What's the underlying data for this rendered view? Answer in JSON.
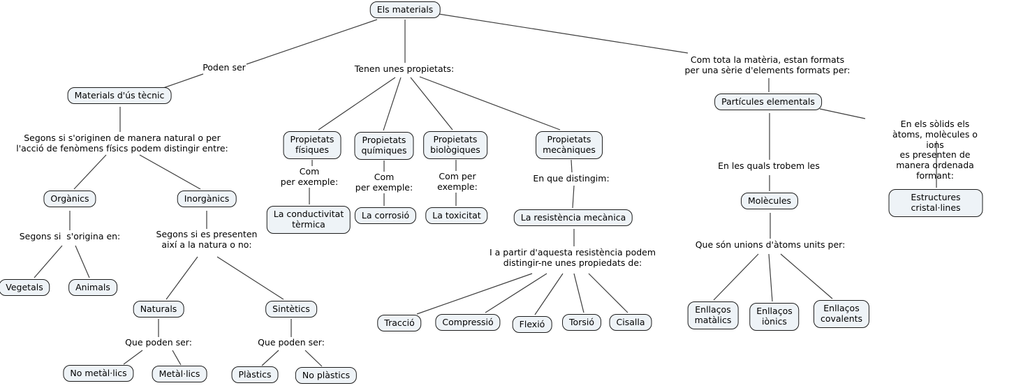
{
  "map_title": "Els materials",
  "colors": {
    "background": "#ffffff",
    "node_fill": "#eef3f7",
    "node_border": "#1c1c1c",
    "connector": "#3d3d3d",
    "text": "#000000"
  },
  "nodes": {
    "els_materials": "Els materials",
    "materials_us_tecnic": "Materials d'ús tècnic",
    "organics": "Orgànics",
    "inorganics": "Inorgànics",
    "vegetals": "Vegetals",
    "animals": "Animals",
    "naturals": "Naturals",
    "sintetics": "Sintètics",
    "no_metallics": "No metàl·lics",
    "metallics": "Metàl·lics",
    "plastics": "Plàstics",
    "no_plastics": "No plàstics",
    "propietats_fisiques": "Propietats\nfísiques",
    "propietats_quimiques": "Propietats\nquímiques",
    "propietats_biologiques": "Propietats\nbiològiques",
    "propietats_mecaniques": "Propietats\nmecàniques",
    "conductivitat_termica": "La conductivitat\ntèrmica",
    "corrosio": "La corrosió",
    "toxicitat": "La toxicitat",
    "resistencia_mecanica": "La resistència mecànica",
    "traccio": "Tracció",
    "compressio": "Compressió",
    "flexio": "Flexió",
    "torsio": "Torsió",
    "cisalla": "Cisalla",
    "particules_elementals": "Partícules elementals",
    "molecules": "Molècules",
    "estructures_cristallines": "Estructures cristal·lines",
    "enllacos_matalics": "Enllaços\nmatàlics",
    "enllacos_ionics": "Enllaços\niònics",
    "enllacos_covalents": "Enllaços\ncovalents"
  },
  "labels": {
    "poden_ser": "Poden ser",
    "segons_originen": "Segons si s'originen de manera natural o per\nl'acció de fenòmens físics podem distingir entre:",
    "segons_origina": "Segons si  s'origina en:",
    "segons_presenten": "Segons si es presenten\naixí a la natura o no:",
    "que_poden_ser_naturals": "Que poden ser:",
    "que_poden_ser_sintetics": "Que poden ser:",
    "tenen_propietats": "Tenen unes propietats:",
    "com_per_exemple_fisiques": "Com\nper exemple:",
    "com_per_exemple_quimiques": "Com\nper exemple:",
    "com_per_exemple_biologiques": "Com per\nexemple:",
    "en_que_distingim": "En que distingim:",
    "i_a_partir": "I a partir d'aquesta resistència podem\ndistingir-ne unes propiedats de:",
    "com_tota_la_materia": "Com tota la matèria, estan formats\nper una sèrie d'elements formats per:",
    "en_els_solids": "En els sòlids els àtoms, molècules o ions\nes presenten de manera ordenada formant:",
    "en_les_quals": "En les quals trobem les",
    "que_son_unions": "Que són unions d'àtoms units per:"
  }
}
